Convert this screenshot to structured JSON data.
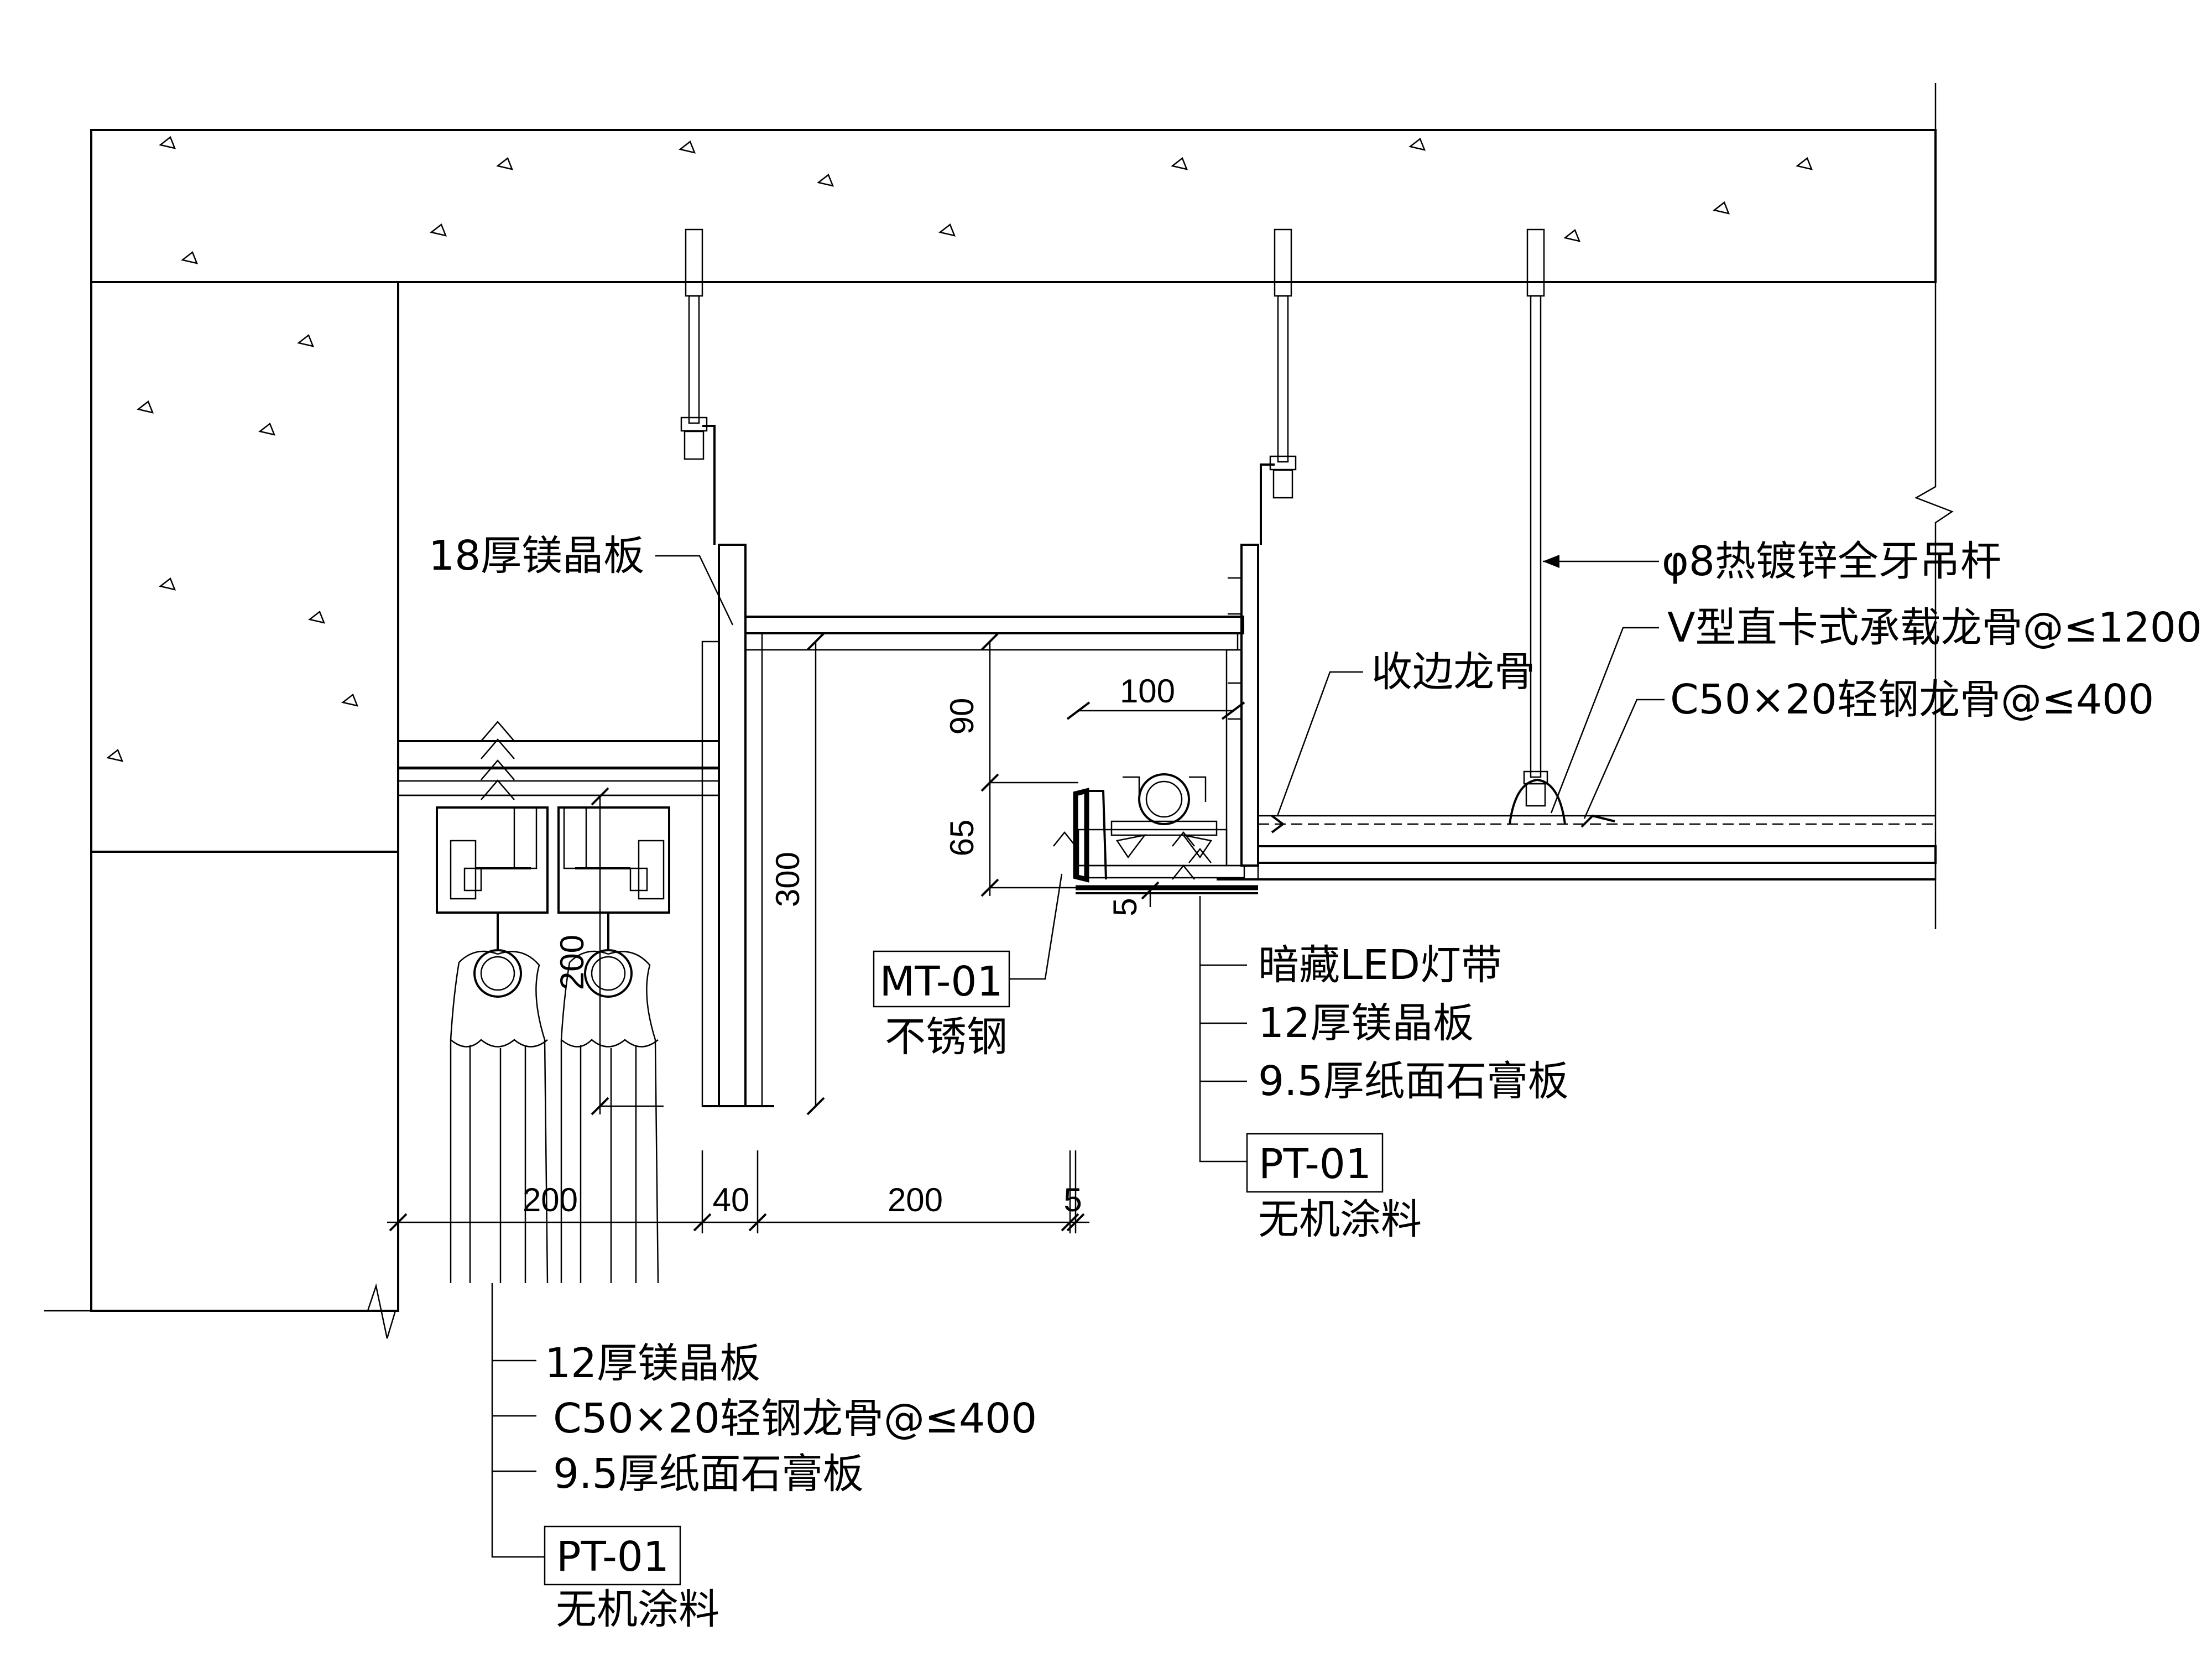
{
  "labels": {
    "mg18": "18厚镁晶板",
    "hanger_rod": "φ8热镀锌全牙吊杆",
    "v_keel": "V型直卡式承载龙骨@≤1200",
    "edge_keel": "收边龙骨",
    "c50_right": "C50×20轻钢龙骨@≤400",
    "led_strip": "暗藏LED灯带",
    "mg12_right": "12厚镁晶板",
    "gypsum_right": "9.5厚纸面石膏板",
    "pt01_right_code": "PT-01",
    "pt01_right_name": "无机涂料",
    "mt01_code": "MT-01",
    "mt01_name": "不锈钢",
    "mg12_bottom": "12厚镁晶板",
    "c50_bottom": "C50×20轻钢龙骨@≤400",
    "gypsum_bottom": "9.5厚纸面石膏板",
    "pt01_bottom_code": "PT-01",
    "pt01_bottom_name": "无机涂料"
  },
  "dimensions": {
    "d100": "100",
    "d90": "90",
    "d65": "65",
    "d5_v": "5",
    "d300": "300",
    "d200_v": "200",
    "d200_a": "200",
    "d40": "40",
    "d200_b": "200",
    "d5_h": "5"
  }
}
